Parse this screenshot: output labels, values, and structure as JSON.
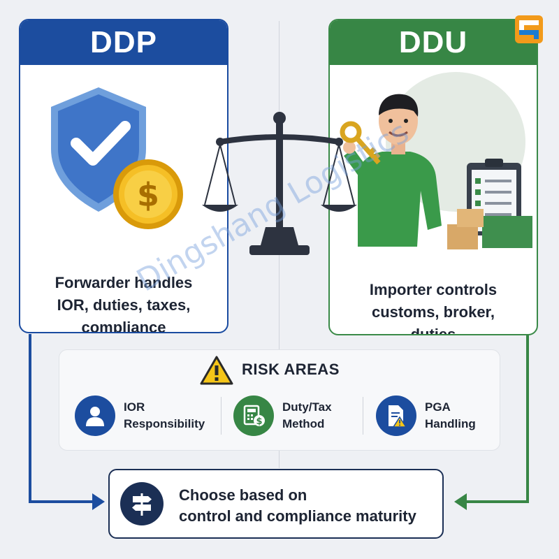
{
  "ddp": {
    "title": "DDP",
    "description_lines": [
      "Forwarder handles",
      "IOR, duties, taxes,",
      "compliance"
    ]
  },
  "ddu": {
    "title": "DDU",
    "description_lines": [
      "Importer controls",
      "customs, broker,",
      "duties"
    ]
  },
  "risk": {
    "title": "RISK AREAS",
    "items": [
      {
        "lines": [
          "IOR",
          "Responsibility"
        ],
        "icon": "person-icon",
        "color": "#1c4d9f"
      },
      {
        "lines": [
          "Duty/Tax",
          "Method"
        ],
        "icon": "calculator-dollar-icon",
        "color": "#378645"
      },
      {
        "lines": [
          "PGA",
          "Handling"
        ],
        "icon": "document-warning-icon",
        "color": "#1c4d9f"
      }
    ]
  },
  "choose": {
    "lines": [
      "Choose based on",
      "control and compliance maturity"
    ],
    "icon": "signpost-icon"
  },
  "watermark": "Dingshang Logistics",
  "colors": {
    "ddp_blue": "#1c4d9f",
    "ddu_green": "#378645",
    "navy": "#1b2f55",
    "warning": "#f5c518"
  }
}
